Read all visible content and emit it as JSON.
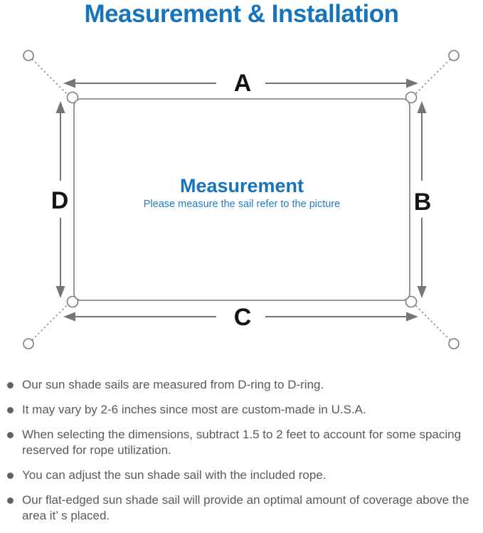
{
  "title": "Measurement & Installation",
  "colors": {
    "accent_blue": "#1674bd",
    "subtitle_blue": "#1d7dc4",
    "note_text_gray": "#595959",
    "bullet_gray": "#636363",
    "diagram_line_gray": "#858585",
    "arrow_gray": "#757575",
    "label_black": "#141414"
  },
  "diagram": {
    "labels": {
      "top": "A",
      "right": "B",
      "bottom": "C",
      "left": "D"
    },
    "center_title": "Measurement",
    "center_subtitle": "Please measure the sail refer to the picture"
  },
  "notes": [
    "Our sun shade sails are measured from D-ring to D-ring.",
    "It may vary by 2-6 inches since most are custom-made in U.S.A.",
    "When selecting the dimensions, subtract 1.5 to 2 feet to account for some spacing reserved for rope utilization.",
    "You can adjust the sun shade sail with the included rope.",
    "Our flat-edged sun shade sail will provide an optimal amount of coverage above the area it’ s placed."
  ]
}
